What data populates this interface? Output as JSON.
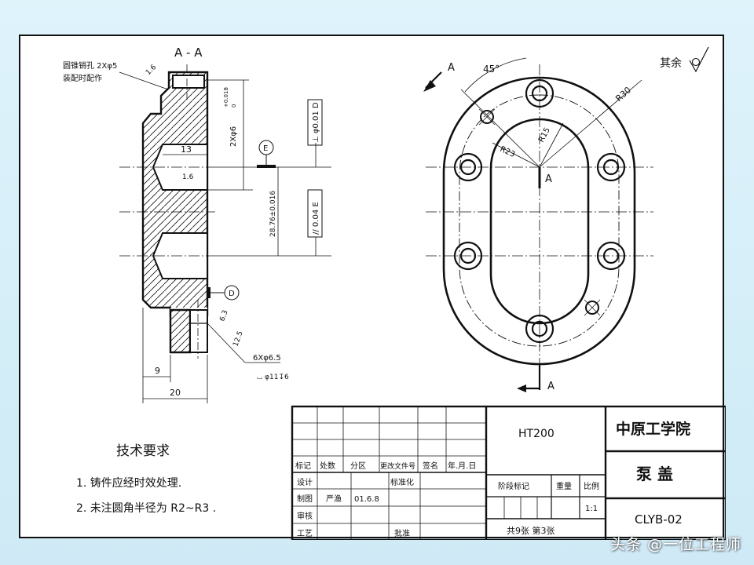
{
  "section_view": {
    "label": "A - A",
    "note_line1": "圆锥销孔 2Xφ5",
    "note_line2": "装配时配作",
    "roughness_top": "1.6",
    "hole_dim": "2Xφ6",
    "hole_tol_upper": "+0.018",
    "hole_tol_lower": "0",
    "depth_13": "13",
    "roughness_inner": "1.6",
    "center_dist": "28.76±0.016",
    "perp_tol": "⊥ φ0.01 D",
    "par_tol": "// 0.04 E",
    "datum_e": "E",
    "datum_d": "D",
    "roughness_63": "6.3",
    "roughness_125": "12.5",
    "holes_6x": "6Xφ6.5",
    "counterbore": "⌴ φ11↧6",
    "dim_9": "9",
    "dim_20": "20"
  },
  "plan_view": {
    "angle": "45°",
    "r30": "R30",
    "r23": "R23",
    "r15": "R15",
    "center_label": "A",
    "section_arrow_top": "A",
    "section_arrow_bottom": "A",
    "surface_rest": "其余"
  },
  "tech_requirements": {
    "title": "技术要求",
    "item1": "1. 铸件应经时效处理.",
    "item2": "2. 未注圆角半径为 R2~R3 ."
  },
  "title_block": {
    "material": "HT200",
    "institution": "中原工学院",
    "part_name": "泵 盖",
    "drawing_no": "CLYB-02",
    "headers": [
      "标记",
      "处数",
      "分区",
      "更改文件号",
      "签名",
      "年.月.日"
    ],
    "design": "设计",
    "standardize": "标准化",
    "stage_mark": "阶段标记",
    "weight": "重量",
    "scale_label": "比例",
    "drafting": "制图",
    "drafter": "严渔",
    "date": "01.6.8",
    "scale": "1:1",
    "review": "审核",
    "process": "工艺",
    "approve": "批准",
    "sheets": "共9张  第3张"
  },
  "watermark": "头条 @一位工程师"
}
